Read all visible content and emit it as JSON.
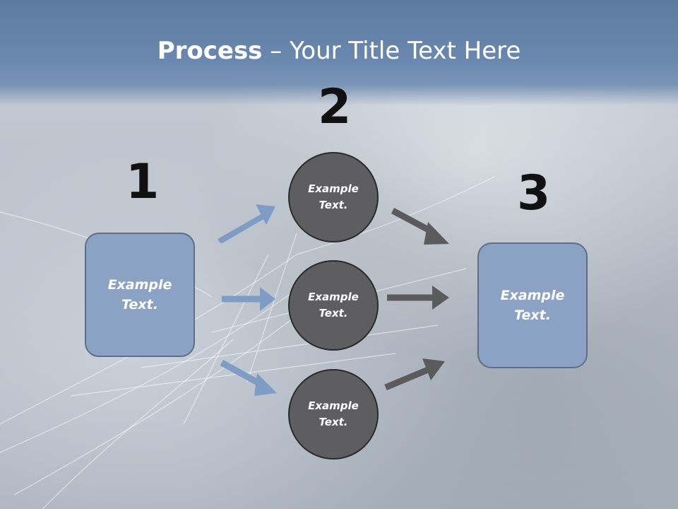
{
  "title": {
    "bold": "Process",
    "rest": " – Your Title Text Here"
  },
  "steps": {
    "one": "1",
    "two": "2",
    "three": "3"
  },
  "left_box": {
    "text": "Example\nText."
  },
  "right_box": {
    "text": "Example\nText."
  },
  "circles": [
    {
      "text": "Example\nText."
    },
    {
      "text": "Example\nText."
    },
    {
      "text": "Example\nText."
    }
  ],
  "colors": {
    "header": "#6b89b0",
    "box_fill": "#8ba2c4",
    "circle_fill": "#5e5e60",
    "blue_arrow": "#7f9cc4",
    "gray_arrow": "#5b5b5d"
  }
}
